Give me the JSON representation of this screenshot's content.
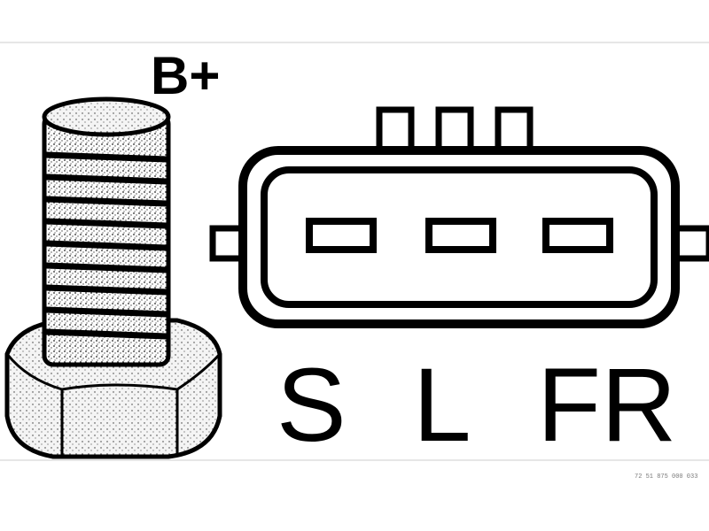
{
  "terminals": {
    "battery_positive_label": "B+",
    "connector_pin_labels": [
      "S",
      "L",
      "FR"
    ]
  },
  "reference_code": "72 51 875 000 033",
  "colors": {
    "ink": "#000000",
    "background": "#ffffff",
    "bolt_speckle": "#d9d9d9"
  }
}
